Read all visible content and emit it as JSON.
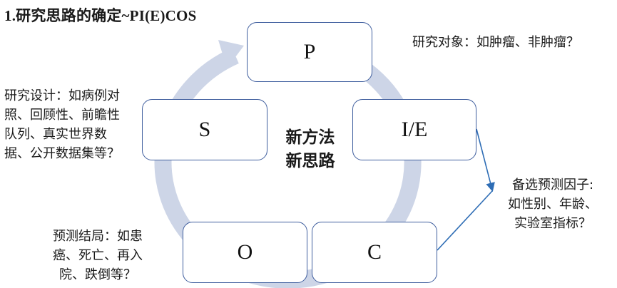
{
  "title": "1.研究思路的确定~PI(E)COS",
  "boxes": {
    "p": "P",
    "ie": "I/E",
    "s": "S",
    "o": "O",
    "c": "C"
  },
  "center": {
    "line1": "新方法",
    "line2": "新思路"
  },
  "notes": {
    "p": [
      "研究对象：如肿瘤、非肿瘤？"
    ],
    "s": [
      "研究设计：如病例对",
      "照、回顾性、前瞻性",
      "队列、真实世界数",
      "据、公开数据集等？"
    ],
    "ie": [
      "备选预测因子:",
      "如性别、年龄、",
      "实验室指标？"
    ],
    "o": [
      "预测结局：如患",
      "癌、死亡、再入",
      "院、跌倒等？"
    ]
  },
  "colors": {
    "box_border": "#3f5e9e",
    "ring": "#cdd5e7",
    "connector": "#2e6db5"
  }
}
